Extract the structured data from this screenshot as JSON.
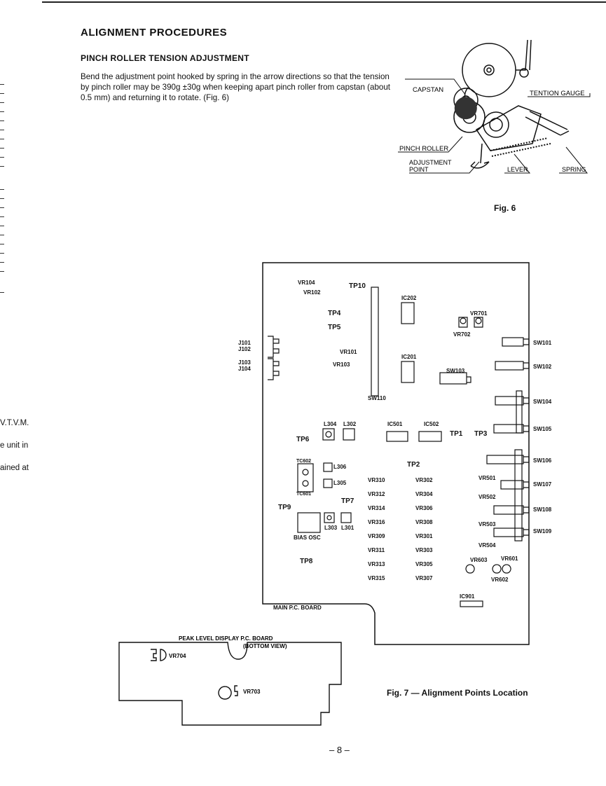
{
  "heading": "ALIGNMENT PROCEDURES",
  "subheading": "PINCH ROLLER TENSION ADJUSTMENT",
  "paragraph": "Bend the adjustment point hooked by spring in the arrow directions so that the tension by pinch roller may be 390g ±30g when keeping apart pinch roller from capstan (about 0.5 mm) and returning it to rotate. (Fig. 6)",
  "left_clipped": [
    "V.T.V.M.",
    "e unit in",
    "ained at"
  ],
  "fig6": {
    "labels": {
      "capstan": "CAPSTAN",
      "tention_gauge": "TENTION GAUGE",
      "pinch_roller": "PINCH ROLLER",
      "adjustment": "ADJUSTMENT",
      "point": "POINT",
      "lever": "LEVER",
      "spring": "SPRING"
    },
    "caption": "Fig. 6"
  },
  "fig7": {
    "caption": "Fig. 7 — Alignment Points Location",
    "main_board_label": "MAIN P.C. BOARD",
    "display_board_label": "PEAK LEVEL DISPLAY P.C. BOARD",
    "bottom_view": "(BOTTOM VIEW)",
    "labels": {
      "vr104": "VR104",
      "vr102": "VR102",
      "tp10": "TP10",
      "ic202": "IC202",
      "tp4": "TP4",
      "tp5": "TP5",
      "vr701": "VR701",
      "vr702": "VR702",
      "j101": "J101",
      "j102": "J102",
      "j103": "J103",
      "j104": "J104",
      "vr101": "VR101",
      "vr103": "VR103",
      "ic201": "IC201",
      "sw103": "SW103",
      "sw101": "SW101",
      "sw102": "SW102",
      "sw104": "SW104",
      "sw105": "SW105",
      "sw106": "SW106",
      "sw107": "SW107",
      "sw108": "SW108",
      "sw109": "SW109",
      "sw110": "SW110",
      "l304": "L304",
      "l302": "L302",
      "ic501": "IC501",
      "ic502": "IC502",
      "tp1": "TP1",
      "tp3": "TP3",
      "tp6": "TP6",
      "tp2": "TP2",
      "tc602": "TC602",
      "tc601": "TC601",
      "l306": "L306",
      "l305": "L305",
      "tp7": "TP7",
      "tp9": "TP9",
      "l303": "L303",
      "l301": "L301",
      "bias_osc": "BIAS OSC",
      "tp8": "TP8",
      "vr310": "VR310",
      "vr312": "VR312",
      "vr314": "VR314",
      "vr316": "VR316",
      "vr309": "VR309",
      "vr311": "VR311",
      "vr313": "VR313",
      "vr315": "VR315",
      "vr302": "VR302",
      "vr304": "VR304",
      "vr306": "VR306",
      "vr308": "VR308",
      "vr301": "VR301",
      "vr303": "VR303",
      "vr305": "VR305",
      "vr307": "VR307",
      "vr501": "VR501",
      "vr502": "VR502",
      "vr503": "VR503",
      "vr504": "VR504",
      "vr603": "VR603",
      "vr601": "VR601",
      "vr602": "VR602",
      "ic901": "IC901",
      "vr704": "VR704",
      "vr703": "VR703"
    }
  },
  "page_number": "– 8 –"
}
